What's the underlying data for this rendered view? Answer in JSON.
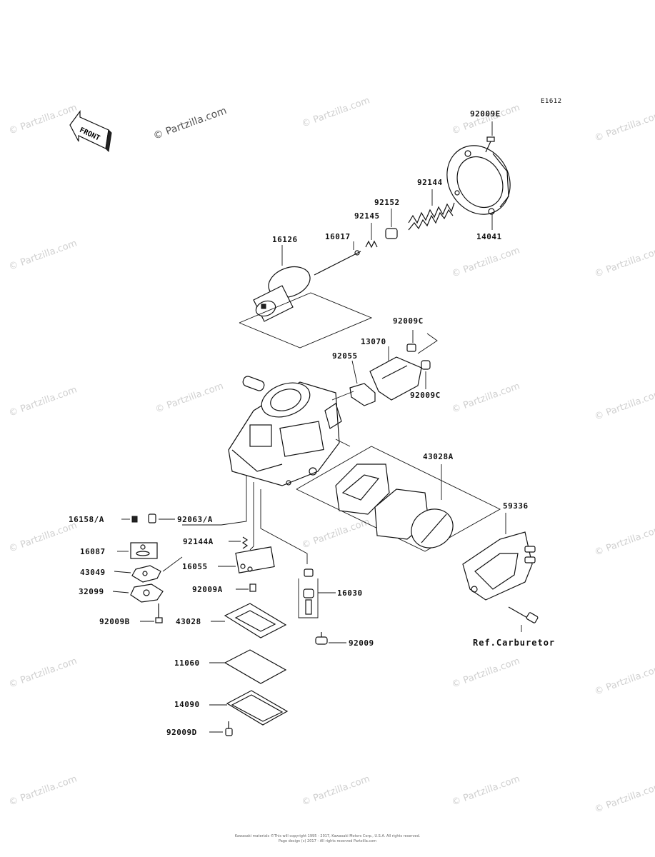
{
  "diagram": {
    "code": "E1612",
    "front_label": "FRONT",
    "watermark": "© Partzilla.com",
    "reference_label": "Ref.Carburetor",
    "copyright_line1": "Kawasaki materials ©This will copyright 1995 - 2017, Kawasaki Motors Corp., U.S.A. All rights reserved.",
    "copyright_line2": "Page design (c) 2017 - All rights reserved Partzilla.com",
    "parts": [
      {
        "id": "p-92009e",
        "label": "92009E"
      },
      {
        "id": "p-92144",
        "label": "92144"
      },
      {
        "id": "p-92152",
        "label": "92152"
      },
      {
        "id": "p-92145",
        "label": "92145"
      },
      {
        "id": "p-16126",
        "label": "16126"
      },
      {
        "id": "p-16017",
        "label": "16017"
      },
      {
        "id": "p-14041",
        "label": "14041"
      },
      {
        "id": "p-92009c-1",
        "label": "92009C"
      },
      {
        "id": "p-13070",
        "label": "13070"
      },
      {
        "id": "p-92055",
        "label": "92055"
      },
      {
        "id": "p-92009c-2",
        "label": "92009C"
      },
      {
        "id": "p-43028a",
        "label": "43028A"
      },
      {
        "id": "p-59336",
        "label": "59336"
      },
      {
        "id": "p-16158a",
        "label": "16158/A"
      },
      {
        "id": "p-92063a",
        "label": "92063/A"
      },
      {
        "id": "p-16087",
        "label": "16087"
      },
      {
        "id": "p-92144a",
        "label": "92144A"
      },
      {
        "id": "p-43049",
        "label": "43049"
      },
      {
        "id": "p-16055",
        "label": "16055"
      },
      {
        "id": "p-32099",
        "label": "32099"
      },
      {
        "id": "p-92009a",
        "label": "92009A"
      },
      {
        "id": "p-16030",
        "label": "16030"
      },
      {
        "id": "p-92009b",
        "label": "92009B"
      },
      {
        "id": "p-43028",
        "label": "43028"
      },
      {
        "id": "p-92009",
        "label": "92009"
      },
      {
        "id": "p-11060",
        "label": "11060"
      },
      {
        "id": "p-14090",
        "label": "14090"
      },
      {
        "id": "p-92009d",
        "label": "92009D"
      }
    ]
  }
}
